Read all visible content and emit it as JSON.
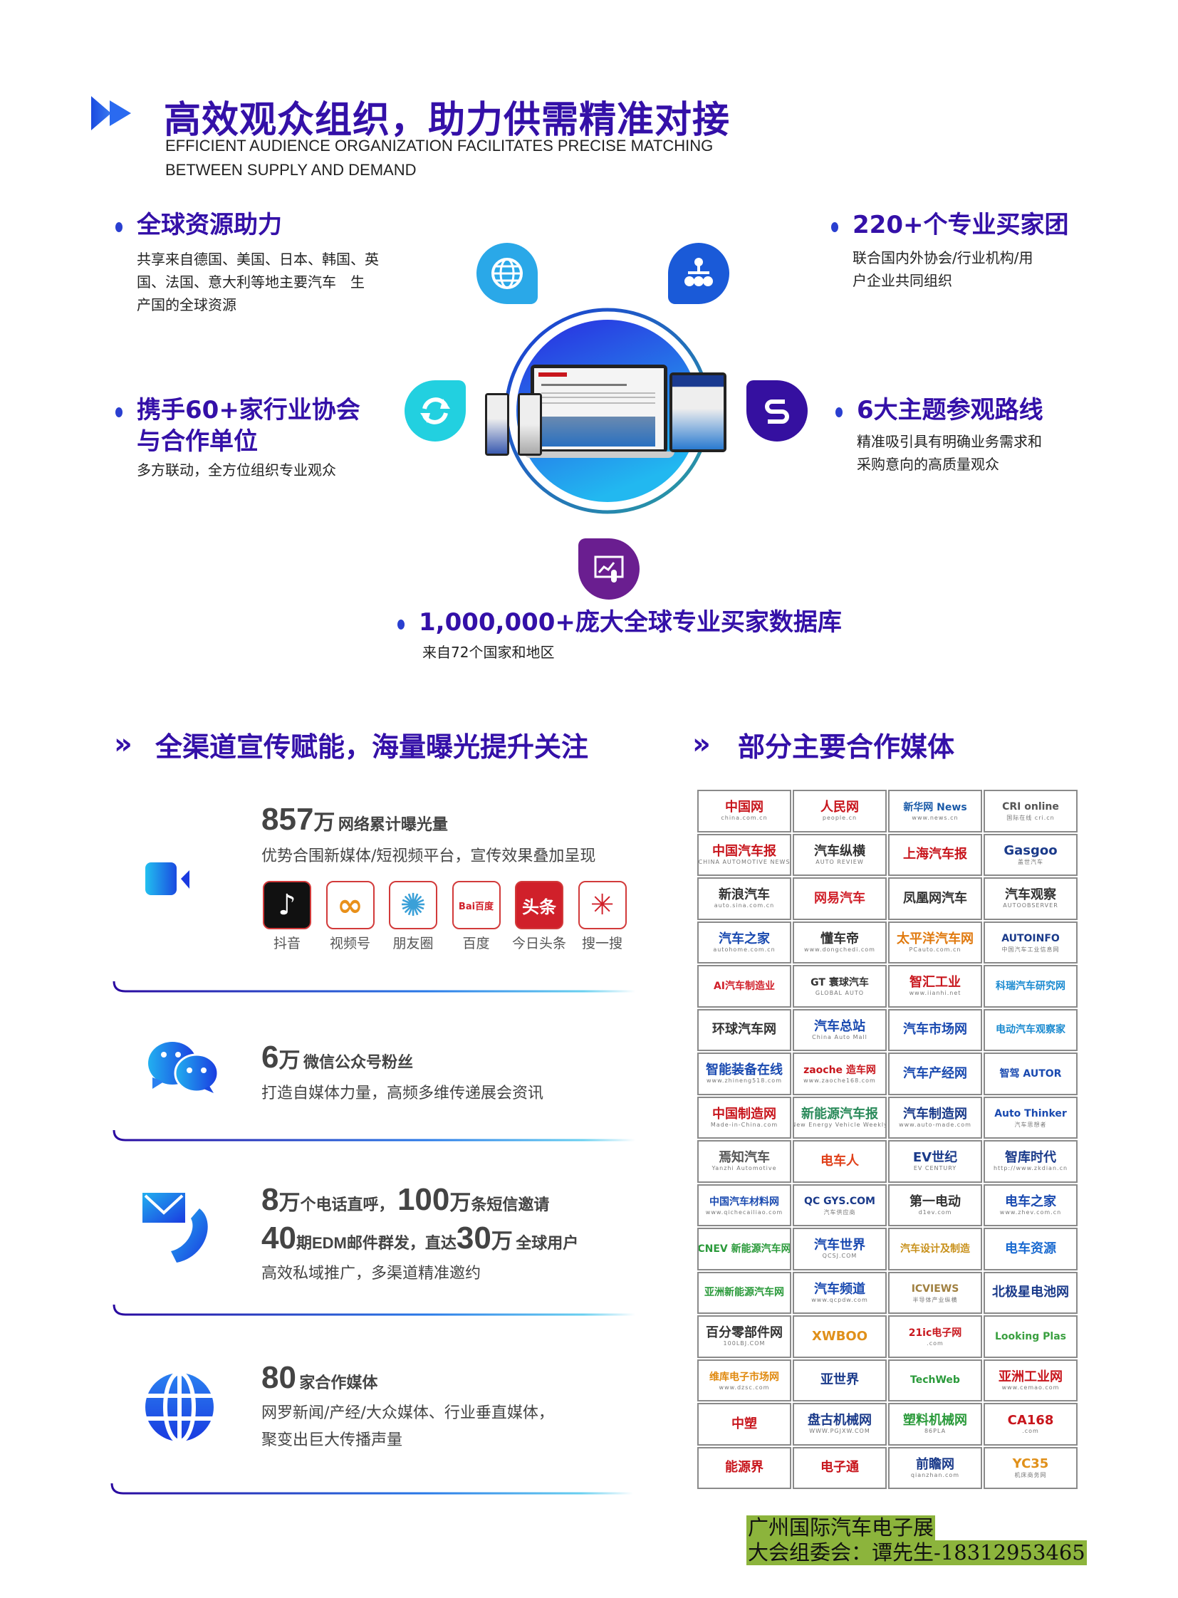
{
  "header": {
    "title": "高效观众组织，助力供需精准对接",
    "subtitle_line1": "EFFICIENT AUDIENCE ORGANIZATION FACILITATES PRECISE MATCHING",
    "subtitle_line2": "BETWEEN SUPPLY AND DEMAND"
  },
  "features": {
    "global": {
      "title": "全球资源助力",
      "desc": [
        "共享来自德国、美国、日本、韩国、英",
        "国、法国、意大利等地主要汽车　生",
        "产国的全球资源"
      ]
    },
    "buyers": {
      "title": "220+个专业买家团",
      "desc": [
        "联合国内外协会/行业机构/用",
        "户企业共同组织"
      ]
    },
    "assoc": {
      "title": [
        "携手60+家行业协会",
        "与合作单位"
      ],
      "desc": "多方联动，全方位组织专业观众"
    },
    "routes": {
      "title": "6大主题参观路线",
      "desc": [
        "精准吸引具有明确业务需求和",
        "采购意向的高质量观众"
      ]
    },
    "database": {
      "title": "1,000,000+庞大全球专业买家数据库",
      "desc": "来自72个国家和地区"
    }
  },
  "promo": {
    "title": "全渠道宣传赋能，海量曝光提升关注",
    "cards": [
      {
        "num": "857",
        "unit": "万",
        "label": "网络累计曝光量",
        "desc": "优势合围新媒体/短视频平台，宣传效果叠加呈现"
      },
      {
        "num": "6",
        "unit": "万",
        "label": "微信公众号粉丝",
        "desc": "打造自媒体力量，高频多维传递展会资讯"
      },
      {
        "num": "8",
        "unit": "万",
        "label": "个电话直呼，",
        "num2": "100",
        "unit2": "万",
        "label2": "条短信邀请",
        "num3": "40",
        "label3": "期EDM邮件群发，直达",
        "num4": "30",
        "unit4": "万",
        "label4": "全球用户",
        "desc": "高效私域推广，多渠道精准邀约"
      },
      {
        "num": "80",
        "label": "家合作媒体",
        "desc": [
          "网罗新闻/产经/大众媒体、行业垂直媒体，",
          "聚变出巨大传播声量"
        ]
      }
    ],
    "apps": [
      {
        "name": "抖音",
        "icon": "douyin-icon",
        "glyph": "♪"
      },
      {
        "name": "视频号",
        "icon": "channels-icon",
        "glyph": "∞"
      },
      {
        "name": "朋友圈",
        "icon": "moments-icon",
        "glyph": "✺"
      },
      {
        "name": "百度",
        "icon": "baidu-icon",
        "glyph": "Bai百度"
      },
      {
        "name": "今日头条",
        "icon": "toutiao-icon",
        "glyph": "头条"
      },
      {
        "name": "搜一搜",
        "icon": "search-icon",
        "glyph": "✳"
      }
    ]
  },
  "media": {
    "title": "部分主要合作媒体",
    "logos": [
      {
        "m": "中国网",
        "s": "china.com.cn",
        "c": "#c8161d"
      },
      {
        "m": "人民网",
        "s": "people.cn",
        "c": "#c8161d"
      },
      {
        "m": "新华网 News",
        "s": "www.news.cn",
        "c": "#1a5aa8"
      },
      {
        "m": "CRI online",
        "s": "国际在线 cri.cn",
        "c": "#555"
      },
      {
        "m": "中国汽车报",
        "s": "CHINA AUTOMOTIVE NEWS",
        "c": "#c8161d"
      },
      {
        "m": "汽车纵横",
        "s": "AUTO REVIEW",
        "c": "#333"
      },
      {
        "m": "上海汽车报",
        "s": "",
        "c": "#c8161d"
      },
      {
        "m": "Gasgoo",
        "s": "盖世汽车",
        "c": "#1a3a8a"
      },
      {
        "m": "新浪汽车",
        "s": "auto.sina.com.cn",
        "c": "#333"
      },
      {
        "m": "网易汽车",
        "s": "",
        "c": "#d0202a"
      },
      {
        "m": "凤凰网汽车",
        "s": "",
        "c": "#333"
      },
      {
        "m": "汽车观察",
        "s": "AUTOOBSERVER",
        "c": "#333"
      },
      {
        "m": "汽车之家",
        "s": "autohome.com.cn",
        "c": "#1a4ab0"
      },
      {
        "m": "懂车帝",
        "s": "www.dongchedi.com",
        "c": "#333"
      },
      {
        "m": "太平洋汽车网",
        "s": "PCauto.com.cn",
        "c": "#e07a10"
      },
      {
        "m": "AUTOINFO",
        "s": "中国汽车工业信息网",
        "c": "#1a3a8a"
      },
      {
        "m": "AI汽车制造业",
        "s": "",
        "c": "#d0202a"
      },
      {
        "m": "GT 寰球汽车",
        "s": "GLOBAL AUTO",
        "c": "#333"
      },
      {
        "m": "智汇工业",
        "s": "www.iianhi.net",
        "c": "#c8161d"
      },
      {
        "m": "科瑞汽车研究网",
        "s": "",
        "c": "#1a8ad0"
      },
      {
        "m": "环球汽车网",
        "s": "",
        "c": "#333"
      },
      {
        "m": "汽车总站",
        "s": "China Auto Mall",
        "c": "#1a4ab0"
      },
      {
        "m": "汽车市场网",
        "s": "",
        "c": "#1a4ab0"
      },
      {
        "m": "电动汽车观察家",
        "s": "",
        "c": "#1a8ad0"
      },
      {
        "m": "智能装备在线",
        "s": "www.zhineng518.com",
        "c": "#1a4ab0"
      },
      {
        "m": "zaoche 造车网",
        "s": "www.zaoche168.com",
        "c": "#c8161d"
      },
      {
        "m": "汽车产经网",
        "s": "",
        "c": "#1a4ab0"
      },
      {
        "m": "智驾 AUTOR",
        "s": "",
        "c": "#1a4ab0"
      },
      {
        "m": "中国制造网",
        "s": "Made-in-China.com",
        "c": "#c8161d"
      },
      {
        "m": "新能源汽车报",
        "s": "New Energy Vehicle Weekly",
        "c": "#2a8a5a"
      },
      {
        "m": "汽车制造网",
        "s": "www.auto-made.com",
        "c": "#1a3a8a"
      },
      {
        "m": "Auto Thinker",
        "s": "汽车思想者",
        "c": "#1a4ab0"
      },
      {
        "m": "焉知汽车",
        "s": "Yanzhi Automotive",
        "c": "#555"
      },
      {
        "m": "电车人",
        "s": "",
        "c": "#e0401a"
      },
      {
        "m": "EV世纪",
        "s": "EV CENTURY",
        "c": "#1a3a8a"
      },
      {
        "m": "智库时代",
        "s": "http://www.zkdian.cn",
        "c": "#1a3a8a"
      },
      {
        "m": "中国汽车材料网",
        "s": "www.qichecailiao.com",
        "c": "#1a4ab0"
      },
      {
        "m": "QC GYS.COM",
        "s": "汽车供应商",
        "c": "#1a3a8a"
      },
      {
        "m": "第一电动",
        "s": "d1ev.com",
        "c": "#333"
      },
      {
        "m": "电车之家",
        "s": "www.zhev.com.cn",
        "c": "#1a4ab0"
      },
      {
        "m": "CNEV 新能源汽车网",
        "s": "",
        "c": "#2a9a3a"
      },
      {
        "m": "汽车世界",
        "s": "QCSJ.COM",
        "c": "#1a4ab0"
      },
      {
        "m": "汽车设计及制造",
        "s": "",
        "c": "#c8901a"
      },
      {
        "m": "电车资源",
        "s": "",
        "c": "#1a6ad0"
      },
      {
        "m": "亚洲新能源汽车网",
        "s": "",
        "c": "#2a9a3a"
      },
      {
        "m": "汽车频道",
        "s": "www.qcpdw.com",
        "c": "#1a4ab0"
      },
      {
        "m": "ICVIEWS",
        "s": "半导体产业纵横",
        "c": "#a08040"
      },
      {
        "m": "北极星电池网",
        "s": "",
        "c": "#1a3a8a"
      },
      {
        "m": "百分零部件网",
        "s": "100LBJ.COM",
        "c": "#333"
      },
      {
        "m": "XWBOO",
        "s": "",
        "c": "#e0901a"
      },
      {
        "m": "21ic电子网",
        "s": ".com",
        "c": "#c8161d"
      },
      {
        "m": "Looking Plas",
        "s": "",
        "c": "#3aa040"
      },
      {
        "m": "维库电子市场网",
        "s": "www.dzsc.com",
        "c": "#e08a10"
      },
      {
        "m": "亚世界",
        "s": "",
        "c": "#1a3a8a"
      },
      {
        "m": "TechWeb",
        "s": "",
        "c": "#2a9a3a"
      },
      {
        "m": "亚洲工业网",
        "s": "www.cemao.com",
        "c": "#c8161d"
      },
      {
        "m": "中塑",
        "s": "",
        "c": "#c8161d"
      },
      {
        "m": "盘古机械网",
        "s": "WWW.PGJXW.COM",
        "c": "#1a3a8a"
      },
      {
        "m": "塑料机械网",
        "s": "86PLA",
        "c": "#2a9a3a"
      },
      {
        "m": "CA168",
        "s": ".com",
        "c": "#c8161d"
      },
      {
        "m": "能源界",
        "s": "",
        "c": "#c8161d"
      },
      {
        "m": "电子通",
        "s": "",
        "c": "#c8161d"
      },
      {
        "m": "前瞻网",
        "s": "qianzhan.com",
        "c": "#1a3a8a"
      },
      {
        "m": "YC35",
        "s": "机床商务网",
        "c": "#e0901a"
      }
    ]
  },
  "footer": {
    "line1": "广州国际汽车电子展",
    "line2": "大会组委会：谭先生-18312953465"
  },
  "colors": {
    "accent": "#3410a8",
    "blue": "#1a4ae0",
    "footer_bg": "#8cb43c"
  }
}
